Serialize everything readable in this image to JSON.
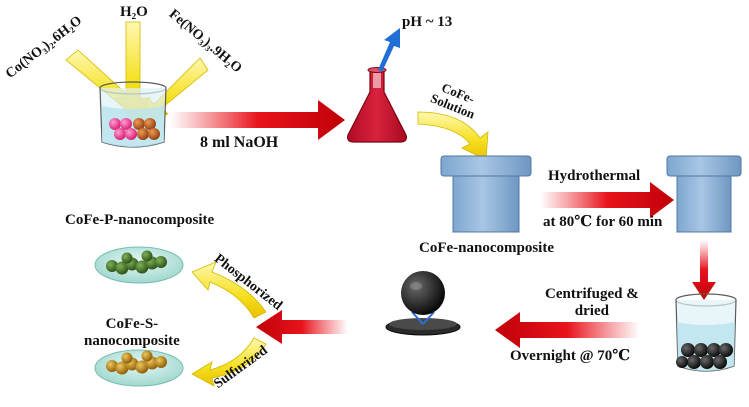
{
  "reagents": {
    "cobalt": "Co(NO₃)₂.6H₂O",
    "water": "H₂O",
    "iron": "Fe(NO₃)₃.9H₂O"
  },
  "step_naoh": "8 ml NaOH",
  "ph": "pH ~ 13",
  "cofe_solution": "CoFe-\nSolution",
  "hydrothermal": "Hydrothermal",
  "hydrothermal_conditions": "at 80℃ for 60 min",
  "cofe_nanocomposite": "CoFe-nanocomposite",
  "centrifuged": "Centrifuged &\ndried",
  "overnight": "Overnight @ 70℃",
  "phosphorized": "Phosphorized",
  "sulfurized": "Sulfurized",
  "product_p": "CoFe-P-nanocomposite",
  "product_s": "CoFe-S-\nnanocomposite",
  "colors": {
    "arrow_red": "#e8141c",
    "arrow_yellow": "#f5e020",
    "flask_red": "#c8102e",
    "autoclave_blue": "#8eb4d8",
    "petri_green": "#a8e0d8",
    "cobalt_pink": "#ee2a8c",
    "iron_brown": "#b8531a",
    "particle_green": "#3a6a1e",
    "particle_gold": "#b8860b",
    "ph_arrow_blue": "#1f6fd6"
  }
}
